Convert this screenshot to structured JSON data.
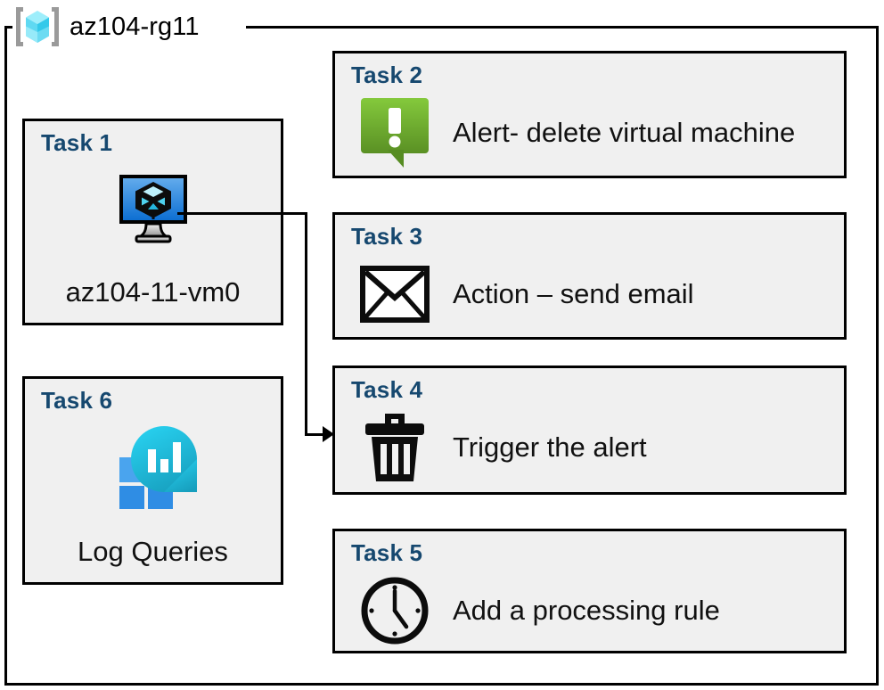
{
  "resource_group": {
    "icon": "resource-group-cube-icon",
    "title": "az104-rg11"
  },
  "colors": {
    "task_title": "#16486f",
    "card_fill": "#f0f0f0",
    "card_border": "#000000",
    "alert_green_light": "#84c341",
    "alert_green_dark": "#5b9124",
    "vm_screen_top": "#5ba7ea",
    "vm_screen_bottom": "#0f72d4",
    "log_square_blue": "#3a96e8",
    "log_circle_cyan": "#22c8ee",
    "log_circle_teal": "#1aa8c4",
    "rg_cube_cyan": "#85e6f7",
    "rg_bracket_gray": "#9a9a9a"
  },
  "cards": [
    {
      "id": "task-1",
      "title": "Task 1",
      "label": "az104-11-vm0",
      "icon": "virtual-machine-icon",
      "column": "left"
    },
    {
      "id": "task-2",
      "title": "Task 2",
      "label": "Alert- delete virtual machine",
      "icon": "alert-exclamation-icon",
      "column": "right"
    },
    {
      "id": "task-3",
      "title": "Task 3",
      "label": "Action – send email",
      "icon": "envelope-icon",
      "column": "right"
    },
    {
      "id": "task-4",
      "title": "Task 4",
      "label": "Trigger the alert",
      "icon": "trash-delete-icon",
      "column": "right"
    },
    {
      "id": "task-5",
      "title": "Task 5",
      "label": "Add a processing rule",
      "icon": "clock-icon",
      "column": "right"
    },
    {
      "id": "task-6",
      "title": "Task 6",
      "label": "Log Queries",
      "icon": "log-analytics-icon",
      "column": "left"
    }
  ],
  "connector": {
    "from": "task-1",
    "to": "task-4",
    "arrow": "arrowhead-right"
  }
}
